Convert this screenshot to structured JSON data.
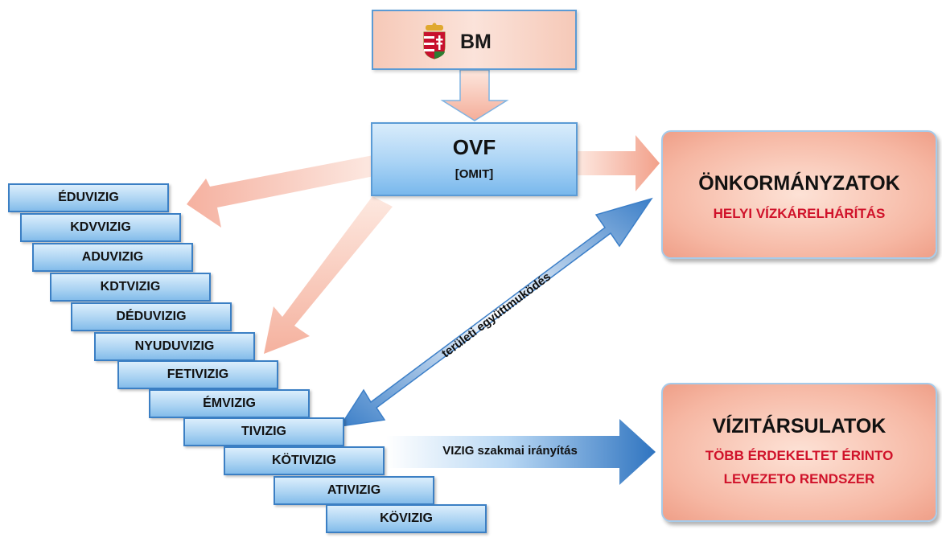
{
  "bm": {
    "label": "BM",
    "icon": "hungarian-coat-of-arms-icon"
  },
  "ovf": {
    "label": "OVF",
    "sub": "[OMIT]"
  },
  "onkormanyzatok": {
    "title": "ÖNKORMÁNYZATOK",
    "subtitle": "HELYI VÍZKÁRELHÁRÍTÁS"
  },
  "vizitarsulatok": {
    "title": "VÍZITÁRSULATOK",
    "line1": "TÖBB ÉRDEKELTET ÉRINTO",
    "line2": "LEVEZETO RENDSZER"
  },
  "vizig": [
    "ÉDUVIZIG",
    "KDVVIZIG",
    "ADUVIZIG",
    "KDTVIZIG",
    "DÉDUVIZIG",
    "NYUDUVIZIG",
    "FETIVIZIG",
    "ÉMVIZIG",
    "TIVIZIG",
    "KÖTIVIZIG",
    "ATIVIZIG",
    "KÖVIZIG"
  ],
  "labels": {
    "cooperation": "területi együttmuködés",
    "direction": "VIZIG szakmai irányítás"
  },
  "colors": {
    "blue_box": "#a9d3f5",
    "pink_box": "#f6b7a3",
    "accent_red": "#d0122a",
    "dark_blue_arrow": "#2f74c0"
  }
}
